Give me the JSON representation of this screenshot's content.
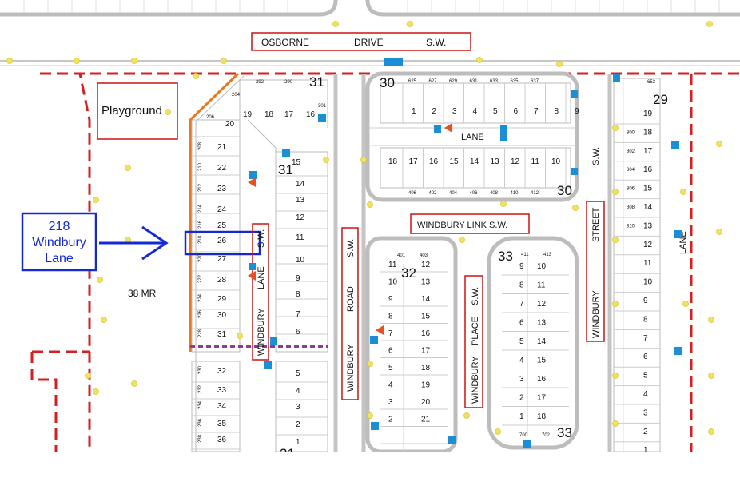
{
  "streets": {
    "osborne": [
      "OSBORNE",
      "DRIVE",
      "S.W."
    ],
    "windbury_link": "WINDBURY LINK S.W.",
    "lane_north": "LANE",
    "windbury_lane": [
      "WINDBURY",
      "LANE",
      "S.W."
    ],
    "windbury_road": [
      "WINDBURY",
      "ROAD",
      "S.W."
    ],
    "windbury_place": [
      "WINDBURY",
      "PLACE",
      "S.W."
    ],
    "windbury_street": [
      "WINDBURY",
      "STREET",
      "S.W."
    ],
    "east_lane": "LANE"
  },
  "playground_label": "Playground",
  "reserve_label": "38 MR",
  "callout": {
    "line1": "218",
    "line2": "Windbury",
    "line3": "Lane"
  },
  "blocks": {
    "b31": "31",
    "b30": "30",
    "b29": "29",
    "b32": "32",
    "b33": "33"
  },
  "lots": {
    "col1": [
      "20",
      "21",
      "22",
      "23",
      "24",
      "25",
      "26",
      "27",
      "28",
      "29",
      "30",
      "31",
      "32",
      "33",
      "34",
      "35",
      "36"
    ],
    "col2": [
      "15",
      "14",
      "13",
      "12",
      "11",
      "10",
      "9",
      "8",
      "7",
      "6",
      "5",
      "4",
      "3",
      "2",
      "1"
    ],
    "top31": [
      "19",
      "18",
      "17",
      "16"
    ],
    "top30": [
      "1",
      "2",
      "3",
      "4",
      "5",
      "6",
      "7",
      "8",
      "9"
    ],
    "bot30": [
      "18",
      "17",
      "16",
      "15",
      "14",
      "13",
      "12",
      "11",
      "10"
    ],
    "b32left": [
      "11",
      "10",
      "9",
      "8",
      "7",
      "6",
      "5",
      "4",
      "3",
      "2"
    ],
    "b32right": [
      "12",
      "13",
      "14",
      "15",
      "16",
      "17",
      "18",
      "19",
      "20",
      "21"
    ],
    "b33left": [
      "9",
      "8",
      "7",
      "6",
      "5",
      "4",
      "3",
      "2",
      "1"
    ],
    "b33right": [
      "10",
      "11",
      "12",
      "13",
      "14",
      "15",
      "16",
      "17",
      "18"
    ],
    "east": [
      "19",
      "18",
      "17",
      "16",
      "15",
      "14",
      "13",
      "12",
      "11",
      "10",
      "9",
      "8",
      "7",
      "6",
      "5",
      "4",
      "3",
      "2",
      "1"
    ]
  },
  "house_numbers": {
    "top31": [
      "292",
      "290",
      "204",
      "206",
      "301"
    ],
    "col1": [
      "208",
      "210",
      "212",
      "214",
      "216",
      "218",
      "220",
      "222",
      "224",
      "226",
      "228",
      "230",
      "232",
      "234",
      "236",
      "238"
    ],
    "top30": [
      "625",
      "627",
      "629",
      "631",
      "633",
      "635",
      "637"
    ],
    "bot30": [
      "406",
      "402",
      "404",
      "406",
      "408",
      "410",
      "412"
    ],
    "b32": [
      "401",
      "403"
    ],
    "b33": [
      "411",
      "413",
      "700",
      "702"
    ],
    "east": [
      "653",
      "800",
      "802",
      "804",
      "806",
      "808",
      "810"
    ]
  },
  "colors": {
    "red": "#d42020",
    "orange": "#e8781e",
    "blue": "#1428d8",
    "marker": "#1a8fd6",
    "yellow": "#f3e35a",
    "road": "#bfbfbf",
    "purple": "#8e3a9a"
  }
}
